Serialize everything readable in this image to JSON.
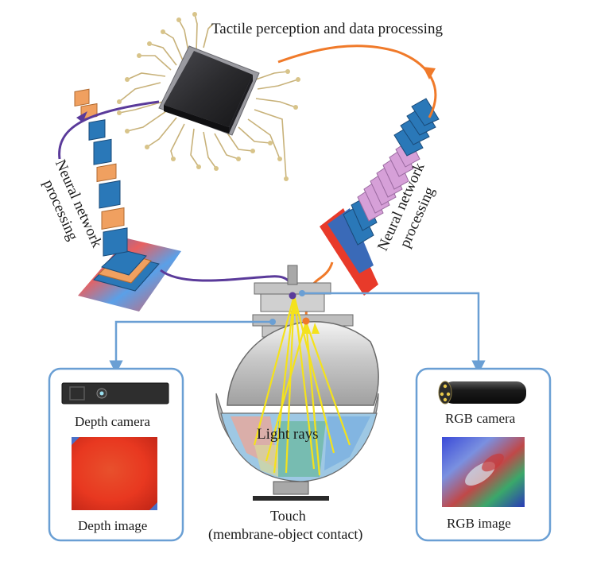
{
  "labels": {
    "top_title": "Tactile perception and data processing",
    "nn_left_line1": "Neural network",
    "nn_left_line2": "processing",
    "nn_right_line1": "Neural network",
    "nn_right_line2": "processing",
    "light_rays": "Light rays",
    "touch_line1": "Touch",
    "touch_line2": "(membrane-object contact)",
    "depth_camera": "Depth camera",
    "depth_image": "Depth image",
    "rgb_camera": "RGB camera",
    "rgb_image": "RGB image"
  },
  "colors": {
    "purple_path": "#5a3a9a",
    "orange_path": "#f07a2a",
    "blue_link": "#6a9fd4",
    "panel_border": "#6a9fd4",
    "light_ray": "#f4e21c",
    "chip_body": "#2b2b2e",
    "chip_pin": "#c8b27a",
    "nn_blue": "#2a78b8",
    "nn_orange": "#f0a060",
    "nn_pink": "#d6a0d8"
  }
}
